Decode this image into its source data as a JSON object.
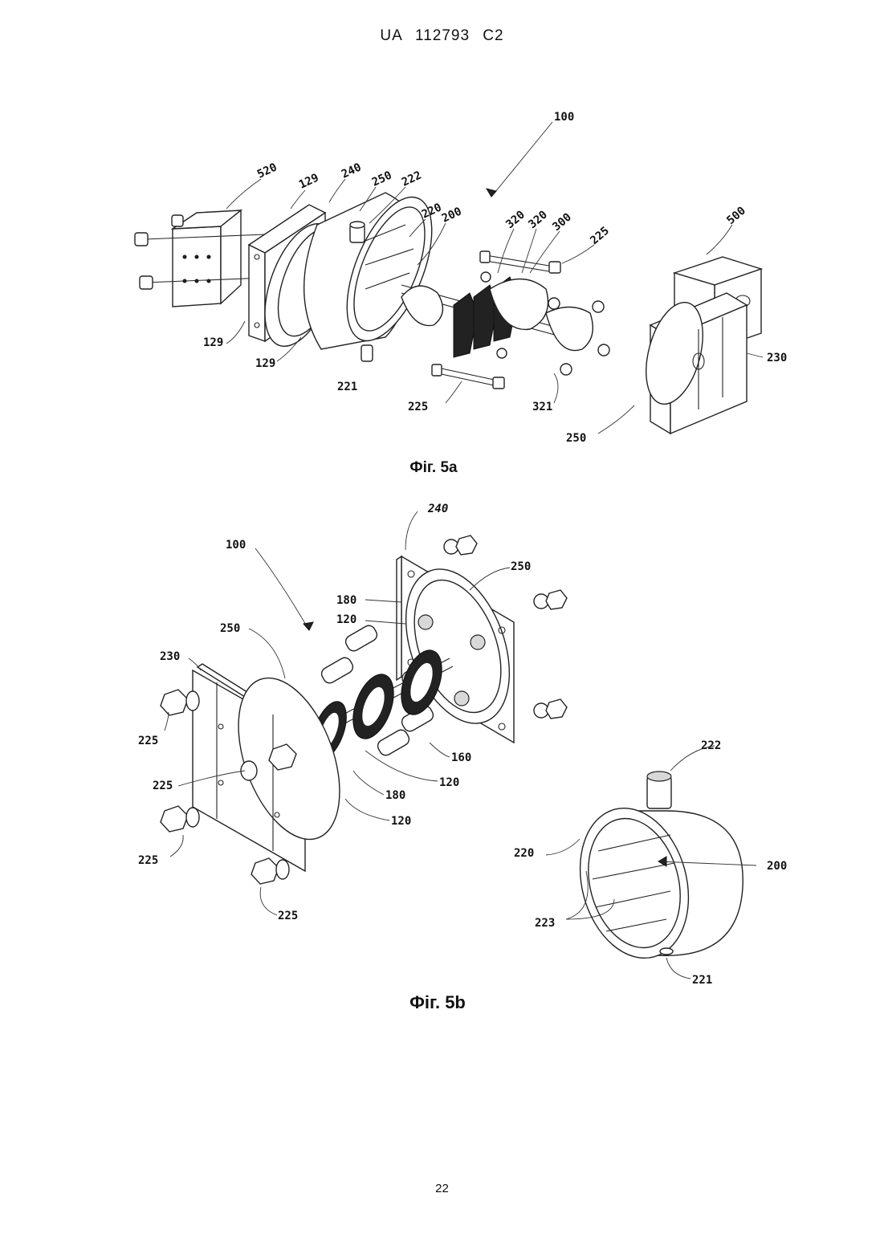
{
  "header": {
    "text": "UA   112793   C2"
  },
  "figures": [
    {
      "caption": "Фіг. 5a",
      "labels": {
        "l100": "100",
        "l520": "520",
        "l129a": "129",
        "l240": "240",
        "l250a": "250",
        "l222": "222",
        "l220": "220",
        "l200": "200",
        "l320a": "320",
        "l320b": "320",
        "l300": "300",
        "l225a": "225",
        "l500": "500",
        "l230": "230",
        "l129b": "129",
        "l129c": "129",
        "l221": "221",
        "l225b": "225",
        "l321": "321",
        "l250b": "250"
      }
    },
    {
      "caption": "Фіг. 5b",
      "labels": {
        "l100": "100",
        "l240": "240",
        "l250a": "250",
        "l180a": "180",
        "l120a": "120",
        "l250b": "250",
        "l230": "230",
        "l225a": "225",
        "l225b": "225",
        "l160": "160",
        "l120b": "120",
        "l180b": "180",
        "l120c": "120",
        "l225c": "225",
        "l225d": "225",
        "l222": "222",
        "l220": "220",
        "l200": "200",
        "l223": "223",
        "l221": "221"
      }
    }
  ],
  "page_number": "22"
}
